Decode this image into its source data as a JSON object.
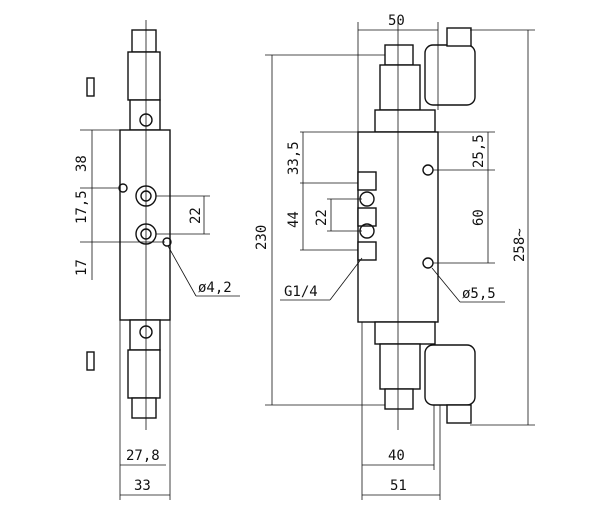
{
  "left_view": {
    "dims": {
      "d38": "38",
      "d17_5": "17,5",
      "d17": "17",
      "d22": "22",
      "d27_8": "27,8",
      "d33": "33",
      "hole": "ø4,2"
    }
  },
  "right_view": {
    "dims": {
      "d50": "50",
      "d230": "230",
      "d33_5": "33,5",
      "d44": "44",
      "d22": "22",
      "d25_5": "25,5",
      "d60": "60",
      "d258": "258~",
      "d40": "40",
      "d51": "51",
      "thread": "G1/4",
      "hole": "ø5,5"
    }
  }
}
